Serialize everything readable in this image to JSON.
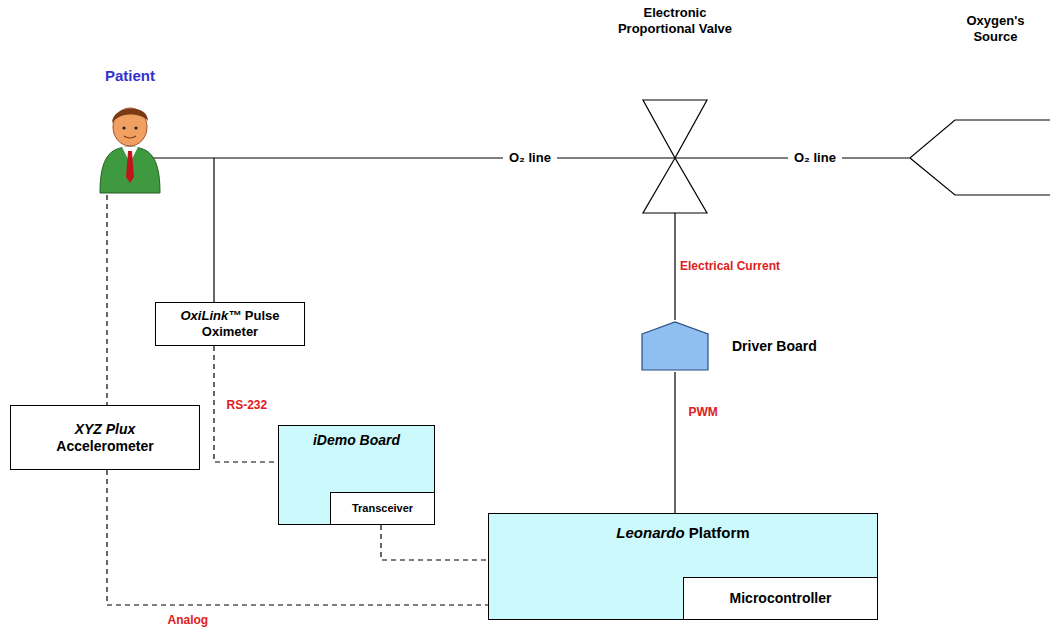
{
  "diagram": {
    "nodes": [
      {
        "text": [
          "Patient"
        ]
      },
      {
        "text": [
          "Electronic Proportional Valve"
        ]
      },
      {
        "text": [
          "Oxygen's Source"
        ]
      },
      {
        "text": [
          "OxiLink™ Pulse Oximeter"
        ]
      },
      {
        "text": [
          "XYZ Plux Accelerometer"
        ]
      },
      {
        "text": [
          "iDemo Board"
        ]
      },
      {
        "text": [
          "Transceiver"
        ],
        "in": 5
      },
      {
        "text": [
          "Driver Board"
        ]
      },
      {
        "text": [
          "Leonardo Platform"
        ]
      },
      {
        "text": [
          "Microcontroller"
        ],
        "in": 8
      }
    ],
    "edges": [
      {
        "from": 0,
        "to": 1,
        "arrow": "none",
        "label": "O₂ line"
      },
      {
        "from": 1,
        "to": 2,
        "arrow": "none",
        "label": "O₂ line"
      },
      {
        "from": 1,
        "to": 7,
        "arrow": "none",
        "label": "Electrical Current"
      },
      {
        "from": 7,
        "to": 8,
        "arrow": "none",
        "label": "PWM"
      },
      {
        "from": 0,
        "to": 3,
        "arrow": "none"
      },
      {
        "from": 3,
        "to": 5,
        "arrow": "none",
        "label": "RS-232"
      },
      {
        "from": 0,
        "to": 4,
        "arrow": "none"
      },
      {
        "from": 4,
        "to": 8,
        "arrow": "none",
        "label": "Analog"
      },
      {
        "from": 6,
        "to": 8,
        "arrow": "none"
      }
    ]
  }
}
